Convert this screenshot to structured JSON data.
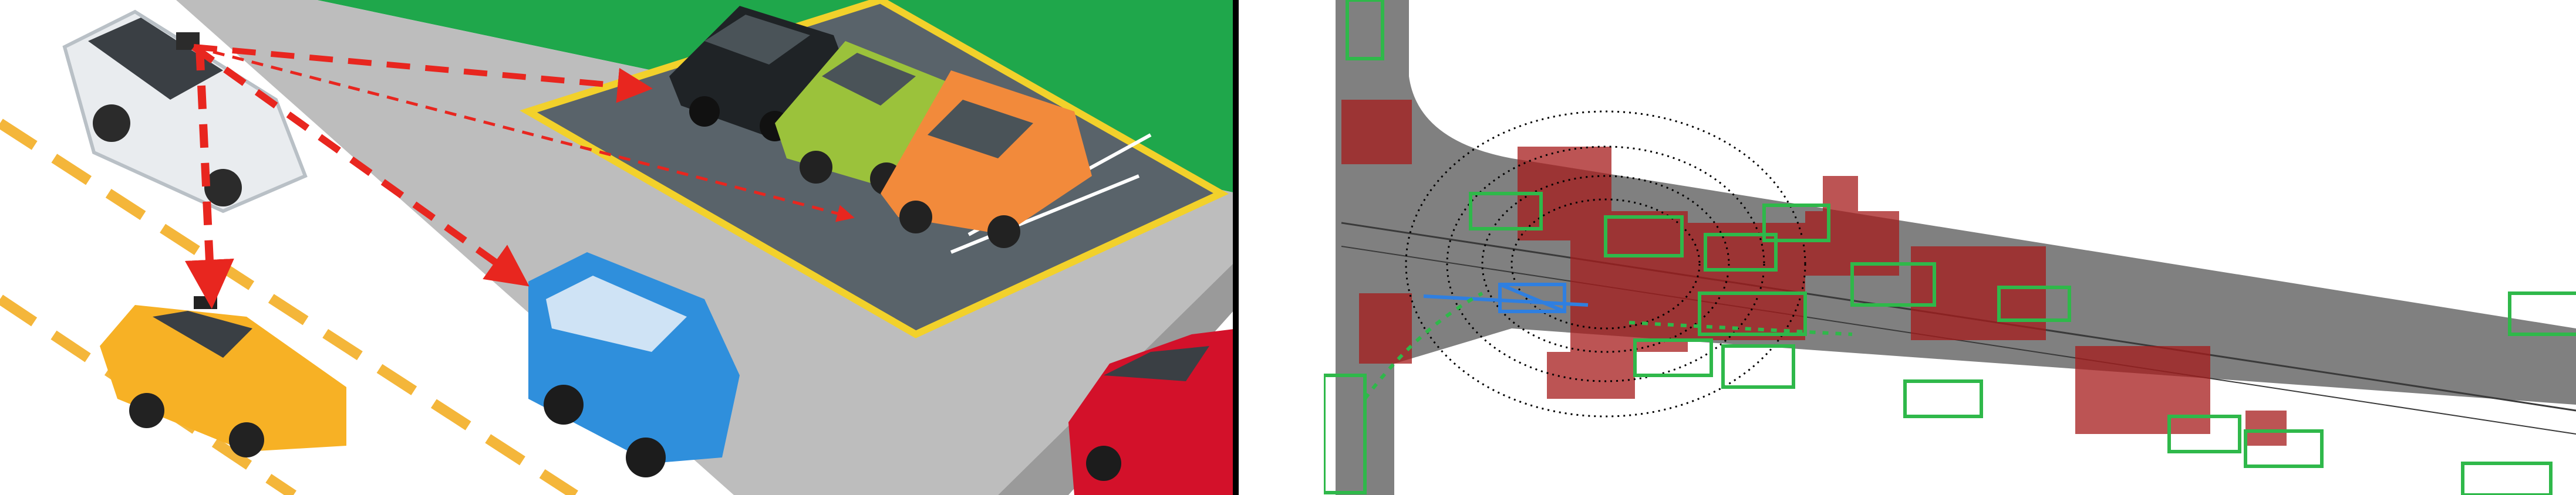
{
  "figure": {
    "left_panel": {
      "kind": "illustration",
      "colors": {
        "grass": "#1fa74b",
        "road": "#ffffff",
        "lane_dash": "#f4b63a",
        "sidewalk": "#bdbdbd",
        "parking_lot": "#59636a",
        "parking_curb": "#f2d12b",
        "arrow": "#e8261f"
      },
      "vehicles": [
        {
          "name": "ego-van",
          "color": "#e9ecef"
        },
        {
          "name": "black-suv",
          "color": "#1f2326"
        },
        {
          "name": "green-pickup",
          "color": "#9bc23b"
        },
        {
          "name": "orange-wagon",
          "color": "#f28a3b"
        },
        {
          "name": "taxi",
          "color": "#f7b125"
        },
        {
          "name": "blue-van",
          "color": "#2f8fdc"
        },
        {
          "name": "red-car",
          "color": "#d3112a"
        }
      ]
    },
    "right_panel": {
      "kind": "lidar-bev",
      "colors": {
        "road": "#808080",
        "occupancy": "#a61b1b",
        "detection_box": "#2fb84a",
        "ego_box": "#2f7fe0",
        "points": "#000000"
      }
    }
  }
}
